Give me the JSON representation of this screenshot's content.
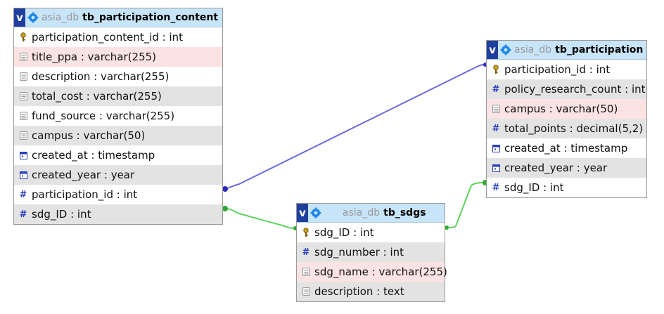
{
  "tables": [
    {
      "id": "content",
      "db": "asia_db",
      "name": "tb_participation_content",
      "collapse_label": "v",
      "columns": [
        {
          "text": "participation_content_id : int",
          "icon": "key-icon",
          "bg": "white"
        },
        {
          "text": "title_ppa : varchar(255)",
          "icon": "text-icon",
          "bg": "pink"
        },
        {
          "text": "description : varchar(255)",
          "icon": "text-icon",
          "bg": "white"
        },
        {
          "text": "total_cost : varchar(255)",
          "icon": "text-icon",
          "bg": "gray"
        },
        {
          "text": "fund_source : varchar(255)",
          "icon": "text-icon",
          "bg": "white"
        },
        {
          "text": "campus : varchar(50)",
          "icon": "text-icon",
          "bg": "gray"
        },
        {
          "text": "created_at : timestamp",
          "icon": "timestamp-icon",
          "bg": "white"
        },
        {
          "text": "created_year : year",
          "icon": "timestamp-icon",
          "bg": "gray"
        },
        {
          "text": "participation_id : int",
          "icon": "number-icon",
          "bg": "white"
        },
        {
          "text": "sdg_ID : int",
          "icon": "number-icon",
          "bg": "gray"
        }
      ]
    },
    {
      "id": "participation",
      "db": "asia_db",
      "name": "tb_participation",
      "collapse_label": "v",
      "columns": [
        {
          "text": "participation_id : int",
          "icon": "key-icon",
          "bg": "white"
        },
        {
          "text": "policy_research_count : int",
          "icon": "number-icon",
          "bg": "gray"
        },
        {
          "text": "campus : varchar(50)",
          "icon": "text-icon",
          "bg": "pink"
        },
        {
          "text": "total_points : decimal(5,2)",
          "icon": "number-icon",
          "bg": "gray"
        },
        {
          "text": "created_at : timestamp",
          "icon": "timestamp-icon",
          "bg": "white"
        },
        {
          "text": "created_year : year",
          "icon": "timestamp-icon",
          "bg": "gray"
        },
        {
          "text": "sdg_ID : int",
          "icon": "number-icon",
          "bg": "white"
        }
      ]
    },
    {
      "id": "sdgs",
      "db": "asia_db",
      "name": "tb_sdgs",
      "collapse_label": "v",
      "columns": [
        {
          "text": "sdg_ID : int",
          "icon": "key-icon",
          "bg": "white"
        },
        {
          "text": "sdg_number : int",
          "icon": "number-icon",
          "bg": "gray"
        },
        {
          "text": "sdg_name : varchar(255)",
          "icon": "text-icon",
          "bg": "pink"
        },
        {
          "text": "description : text",
          "icon": "text-icon",
          "bg": "gray"
        }
      ]
    }
  ],
  "relations": [
    {
      "from": "tb_participation_content.participation_id",
      "to": "tb_participation.participation_id",
      "color": "#6b6bdc"
    },
    {
      "from": "tb_participation_content.sdg_ID",
      "to": "tb_sdgs.sdg_ID",
      "color": "#5fd35f"
    },
    {
      "from": "tb_participation.sdg_ID",
      "to": "tb_sdgs.sdg_ID",
      "color": "#5fd35f"
    }
  ],
  "colors": {
    "header_bg": "#c8e4f8",
    "collapse_bg": "#1f3f9f",
    "row_gray": "#e3e3e3",
    "row_pink": "#fbe3e3",
    "number_icon": "#2a3fbf"
  }
}
